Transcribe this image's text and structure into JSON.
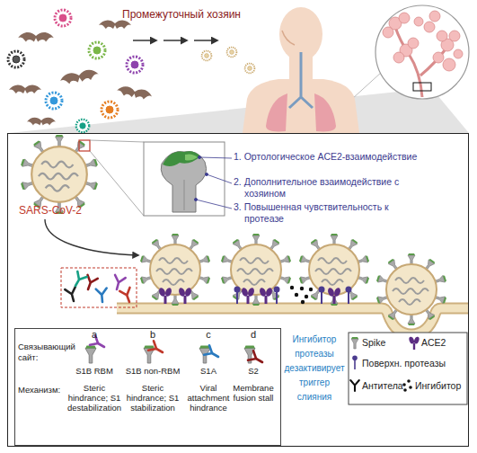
{
  "diagram": {
    "nodes": [
      {
        "text": [
          "SARS-CoV-2"
        ]
      },
      {
        "text": [
          "Связывающий сайт:",
          "Механизм:"
        ],
        "in": 0
      }
    ],
    "labels": [
      "Промежуточный хозяин",
      "1. Ортологическое ACE2-взаимодействие",
      "2. Дополнительное взаимодействие с хозяином",
      "3. Повышенная чувствительность к протеазе",
      "a",
      "b",
      "c",
      "d",
      "S1B RBM",
      "S1B non-RBM",
      "S1A",
      "S2",
      "Steric hindrance; S1 destabilization",
      "Steric hindrance; S1 stabilization",
      "Viral attachment hindrance",
      "Membrane fusion stall",
      "Ингибитор протеазы дезактивирует триггер слияния"
    ],
    "legend": [
      {
        "text": "Spike"
      },
      {
        "text": "ACE2"
      },
      {
        "text": "Поверхн. протеазы"
      },
      {
        "text": "Антитела"
      },
      {
        "text": "Ингибитор"
      }
    ]
  }
}
